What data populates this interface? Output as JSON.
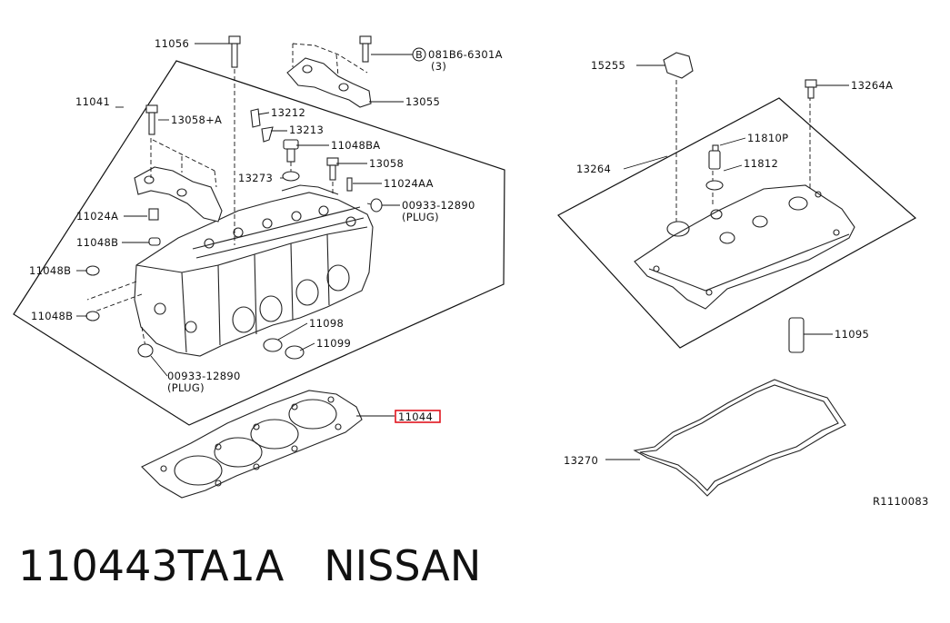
{
  "diagram": {
    "labels": {
      "p11056": "11056",
      "p08186": "081B6-6301A",
      "p08186_qty": "(3)",
      "p11041": "11041",
      "p13055": "13055",
      "p13058a": "13058+A",
      "p13212": "13212",
      "p13213": "13213",
      "p11048ba": "11048BA",
      "p13273": "13273",
      "p13058": "13058",
      "p11024aa": "11024AA",
      "p00933_top": "00933-12890",
      "p00933_top_note": "(PLUG)",
      "p11024a": "11024A",
      "p11048b_1": "11048B",
      "p11048b_2": "11048B",
      "p11048b_3": "11048B",
      "p11098": "11098",
      "p11099": "11099",
      "p00933_bot": "00933-12890",
      "p00933_bot_note": "(PLUG)",
      "p11044": "11044",
      "p15255": "15255",
      "p13264a": "13264A",
      "p11810p": "11810P",
      "p13264": "13264",
      "p11812": "11812",
      "p11095": "11095",
      "p13270": "13270",
      "ref": "R1110083",
      "b_symbol": "B"
    },
    "highlight_color": "#e0141e"
  },
  "caption": "110443TA1A   NISSAN"
}
